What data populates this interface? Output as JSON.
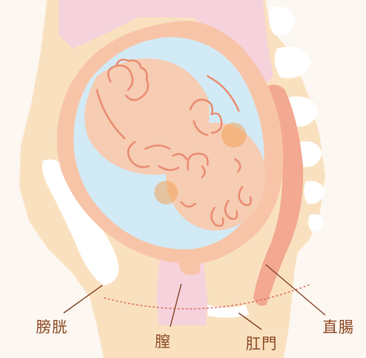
{
  "diagram": {
    "labels": {
      "bladder": "膀胱",
      "vagina": "膣",
      "anus": "肛門",
      "rectum": "直腸"
    }
  },
  "colors": {
    "background": "#fdf7f1",
    "body": "#f9e1c0",
    "pelvic_pink": "#f6d2dc",
    "uterus_wall": "#f8c4a8",
    "amniotic_fluid": "#d2eaf5",
    "fetus_skin": "#f6ccb2",
    "fetus_line": "#ea8a70",
    "cheek": "#f3a25a",
    "bone": "#ffffff",
    "rectum": "#f2a891",
    "label_text": "#8a4520",
    "leader_line": "#7a3a1c",
    "dashed_line": "#d86a5a"
  }
}
